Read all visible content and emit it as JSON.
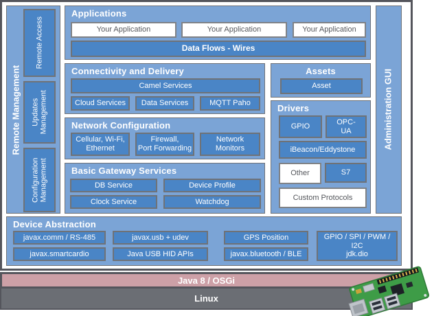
{
  "colors": {
    "panel-blue": "#7BA4D6",
    "box-blue": "#4A85C6",
    "box-border": "#6F7277",
    "wbox-border": "#7F8286",
    "text-dark": "#54565B",
    "border-dark": "#54555C",
    "java-pink": "#CDA0A7",
    "linux-gray": "#6B6E74"
  },
  "remote_management": {
    "title": "Remote Management",
    "items": [
      "Remote Access",
      "Updates\nManagement",
      "Configuration\nManagement"
    ]
  },
  "administration": {
    "title": "Administration GUI"
  },
  "applications": {
    "title": "Applications",
    "apps": [
      "Your Application",
      "Your Application",
      "Your Application"
    ],
    "data_flows": "Data Flows - Wires"
  },
  "connectivity": {
    "title": "Connectivity and Delivery",
    "camel": "Camel Services",
    "services": [
      "Cloud Services",
      "Data Services",
      "MQTT Paho"
    ]
  },
  "network": {
    "title": "Network Configuration",
    "items": [
      "Cellular, Wi-Fi,\nEthernet",
      "Firewall,\nPort Forwarding",
      "Network\nMonitors"
    ]
  },
  "gateway": {
    "title": "Basic Gateway Services",
    "items": [
      "DB Service",
      "Device Profile",
      "Clock Service",
      "Watchdog"
    ]
  },
  "assets": {
    "title": "Assets",
    "asset": "Asset"
  },
  "drivers": {
    "title": "Drivers",
    "items": [
      "GPIO",
      "OPC-\nUA",
      "iBeacon/Eddystone",
      "Other",
      "S7",
      "Custom Protocols"
    ]
  },
  "device_abstraction": {
    "title": "Device Abstraction",
    "items": [
      "javax.comm / RS-485",
      "javax.usb + udev",
      "GPS Position",
      "javax.smartcardio",
      "Java USB HID APIs",
      "javax.bluetooth / BLE",
      "GPIO / SPI / PWM / I2C\njdk.dio"
    ]
  },
  "platform": {
    "java": "Java 8 / OSGi",
    "os": "Linux"
  },
  "images": {
    "raspberry_pi": "raspberry-pi-board"
  }
}
